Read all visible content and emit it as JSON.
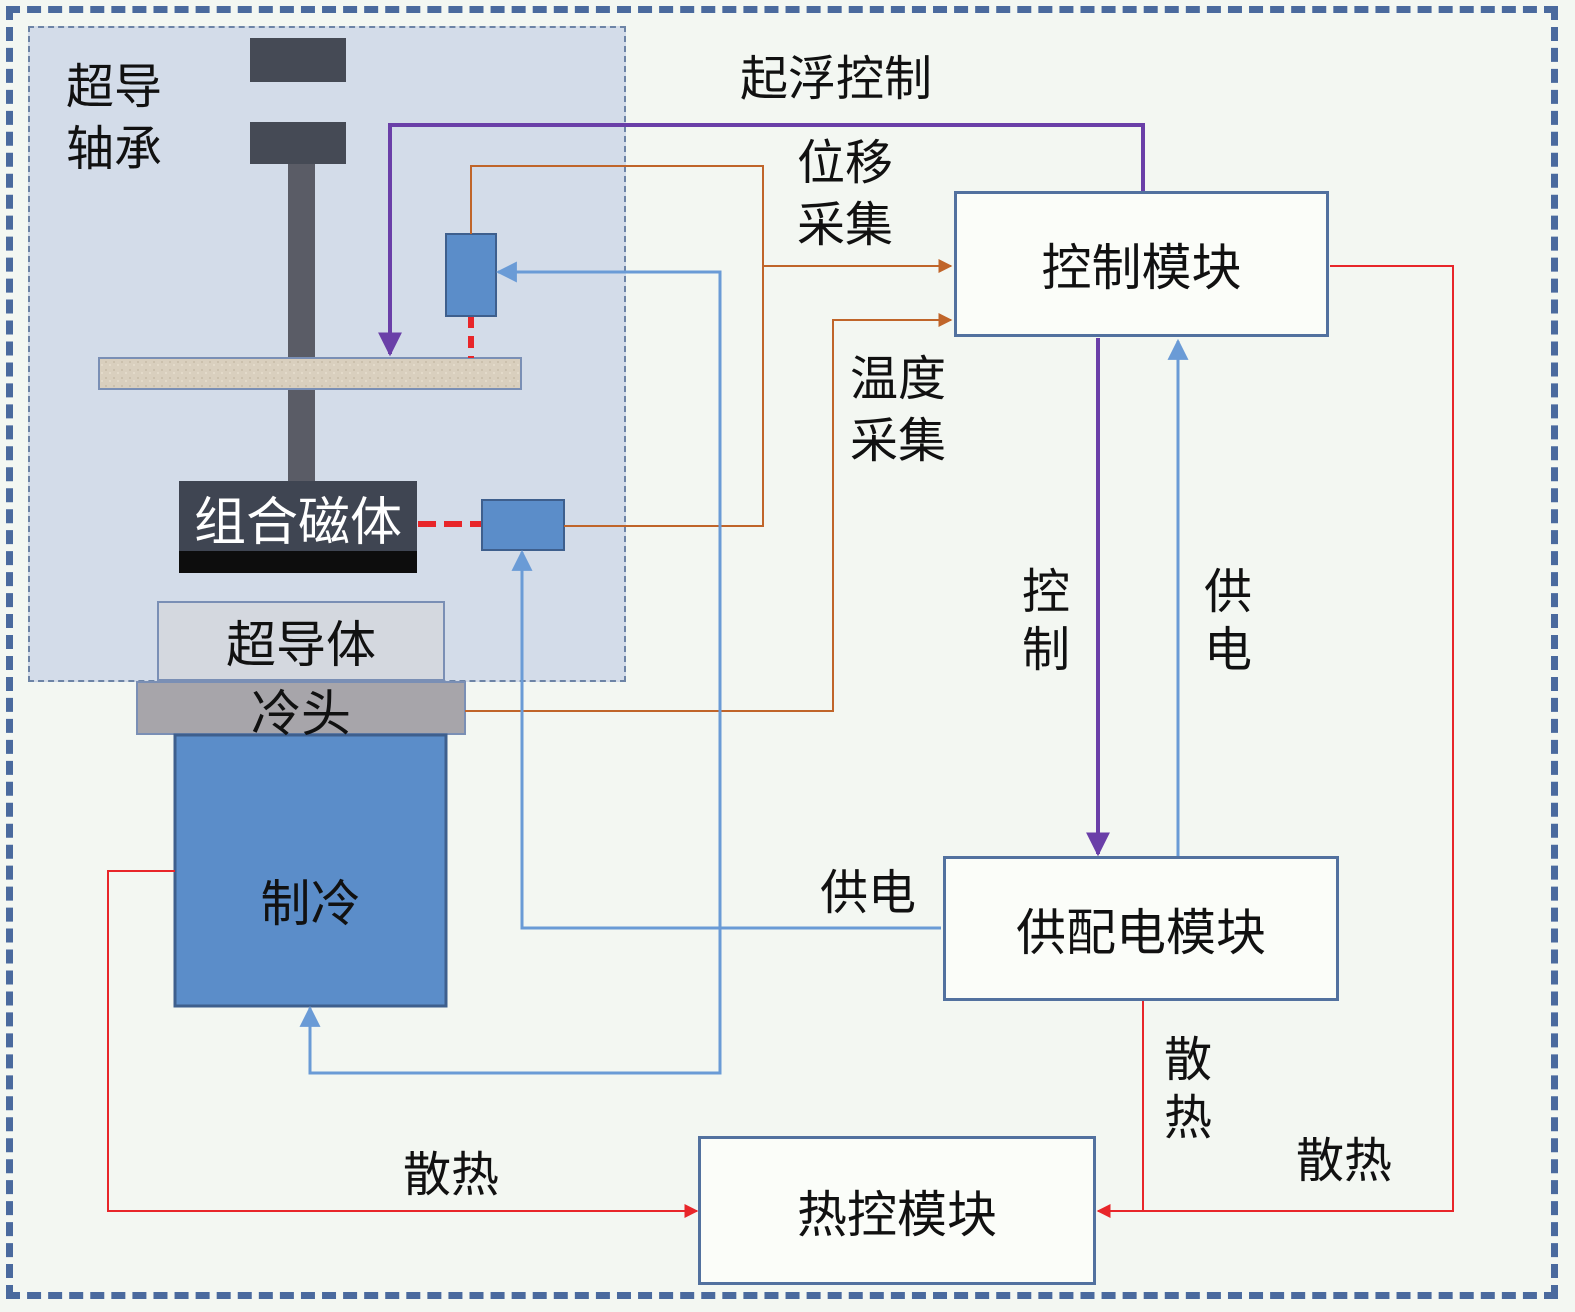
{
  "bearing": {
    "label": "超导轴承"
  },
  "parts": {
    "magnet": "组合磁体",
    "superconductor": "超导体",
    "cold_head": "冷头",
    "refrigeration": "制冷"
  },
  "modules": {
    "control": "控制模块",
    "power": "供配电模块",
    "thermal": "热控模块"
  },
  "links": {
    "levitation_control": "起浮控制",
    "displacement_acquisition": "位移采集",
    "temperature_acquisition": "温度采集",
    "control": "控制",
    "supply_vertical": "供电",
    "supply_horizontal": "供电",
    "heat_dissipation_power": "散热",
    "heat_dissipation_control": "散热",
    "heat_dissipation_refrigeration": "散热"
  },
  "colors": {
    "purple": "#6a3fa8",
    "orange": "#c0652a",
    "blue": "#6a9bd6",
    "red": "#e8262a",
    "module_border": "#52719f"
  }
}
